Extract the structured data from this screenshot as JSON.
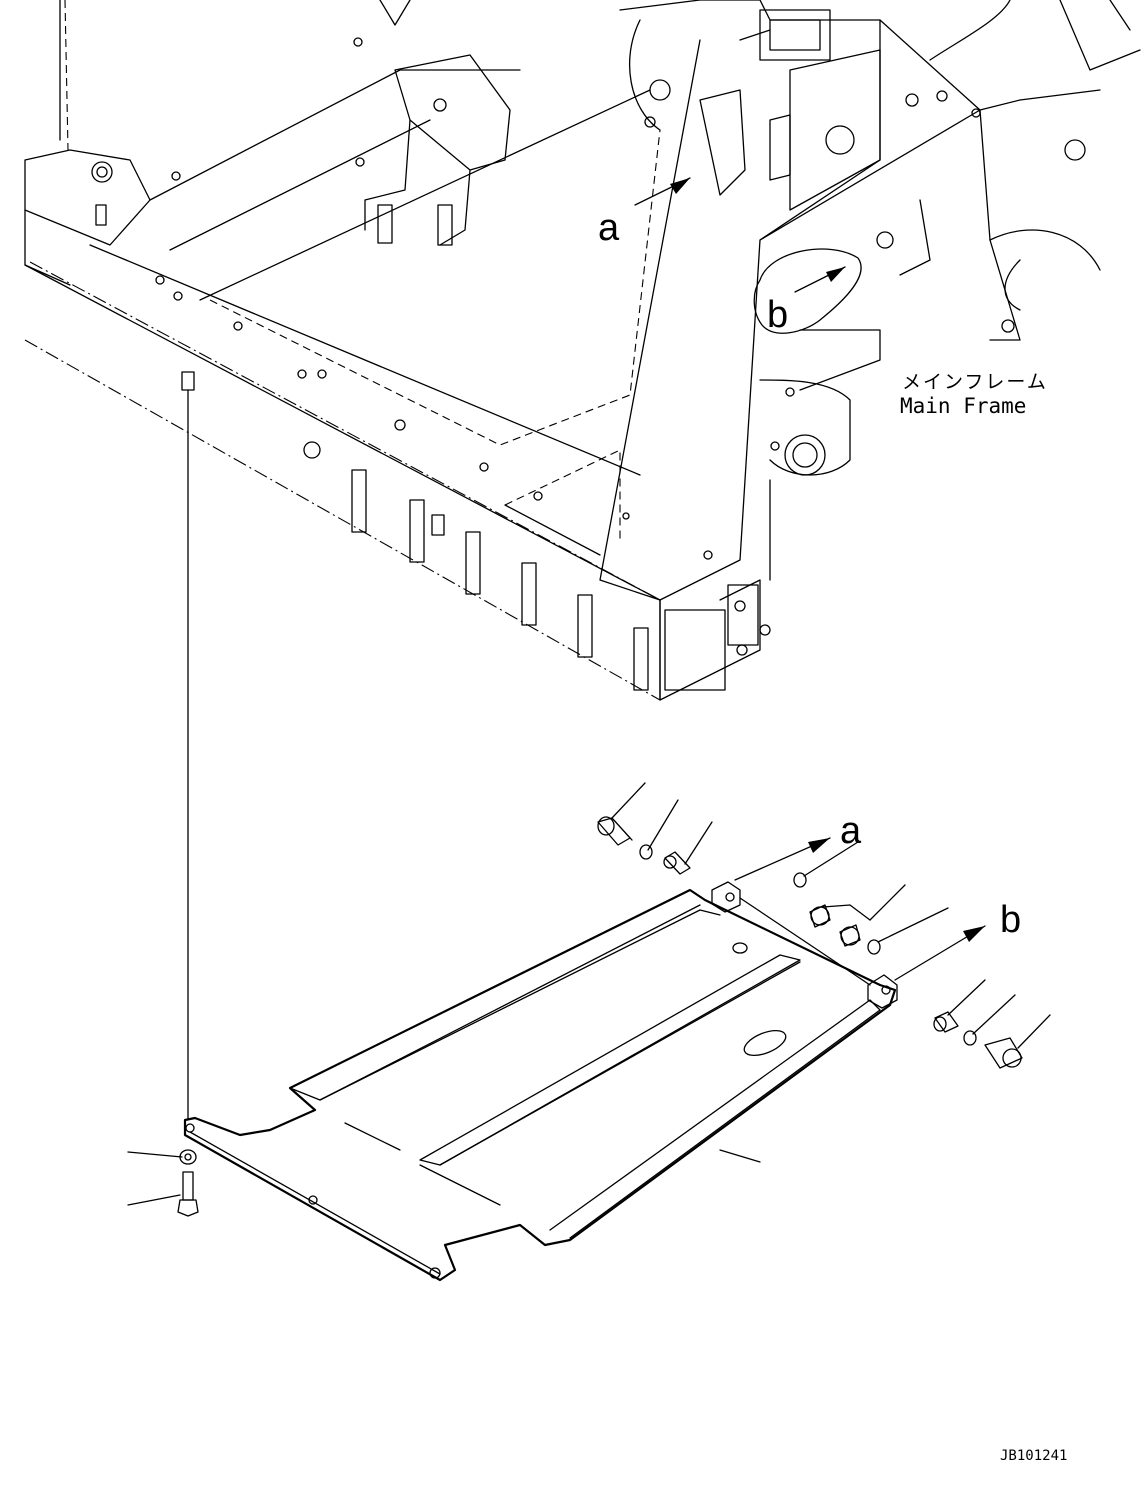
{
  "labels": {
    "callout_a_top": "a",
    "callout_b_top": "b",
    "callout_a_bottom": "a",
    "callout_b_bottom": "b",
    "main_frame_jp": "メインフレーム",
    "main_frame_en": "Main Frame",
    "drawing_code": "JB101241"
  }
}
